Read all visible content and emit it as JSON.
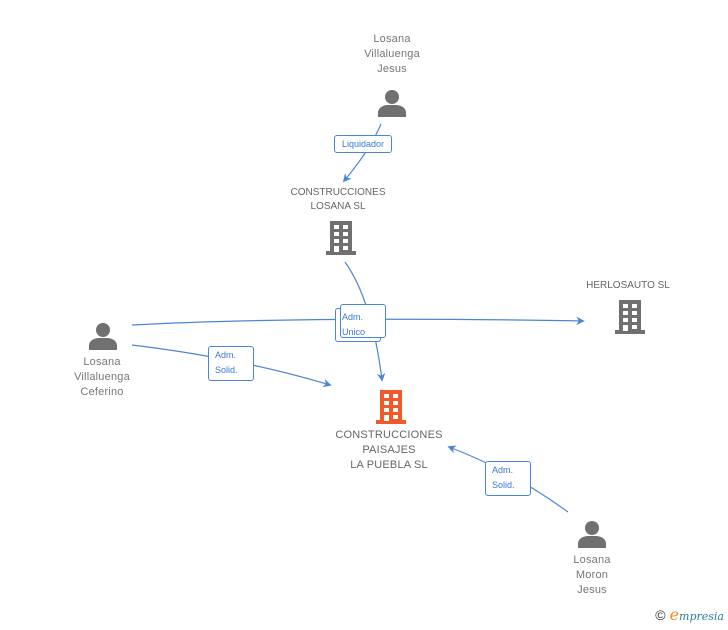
{
  "colors": {
    "edge": "#4a86d8",
    "edge_label_text": "#3b78d0",
    "person_icon": "#707070",
    "company_icon": "#707070",
    "main_company_icon": "#f05a2a",
    "label_text": "#777777"
  },
  "nodes": {
    "person_jesus_villaluenga": {
      "label": "Losana\nVillaluenga\nJesus",
      "icon": "person-icon"
    },
    "company_construcciones_losana": {
      "label": "CONSTRUCCIONES\nLOSANA SL",
      "icon": "building-icon"
    },
    "company_herlosauto": {
      "label": "HERLOSAUTO SL",
      "icon": "building-icon"
    },
    "person_ceferino": {
      "label": "Losana\nVillaluenga\nCeferino",
      "icon": "person-icon"
    },
    "company_main": {
      "label": "CONSTRUCCIONES\nPAISAJES\nLA PUEBLA SL",
      "icon": "building-icon"
    },
    "person_moron_jesus": {
      "label": "Losana\nMoron\nJesus",
      "icon": "person-icon"
    }
  },
  "edges": [
    {
      "from": "Losana Villaluenga Jesus",
      "to": "CONSTRUCCIONES LOSANA SL",
      "label": "Liquidador"
    },
    {
      "from": "CONSTRUCCIONES LOSANA SL",
      "to": "CONSTRUCCIONES PAISAJES LA PUEBLA SL",
      "label": "Adm.\nUnico"
    },
    {
      "from": "Losana Villaluenga Ceferino",
      "to": "HERLOSAUTO SL",
      "label": "Adm.\nUnico"
    },
    {
      "from": "Losana Villaluenga Ceferino",
      "to": "CONSTRUCCIONES PAISAJES LA PUEBLA SL",
      "label": "Adm.\nSolid."
    },
    {
      "from": "Losana Moron Jesus",
      "to": "CONSTRUCCIONES PAISAJES LA PUEBLA SL",
      "label": "Adm.\nSolid."
    }
  ],
  "edge_labels": {
    "liquidador": "Liquidador",
    "adm_unico": "Adm.\nUnico",
    "adm_solid_left": "Adm.\nSolid.",
    "adm_solid_right": "Adm.\nSolid."
  },
  "footer": {
    "copyright": "©",
    "brand_initial": "e",
    "brand_rest": "mpresia"
  }
}
